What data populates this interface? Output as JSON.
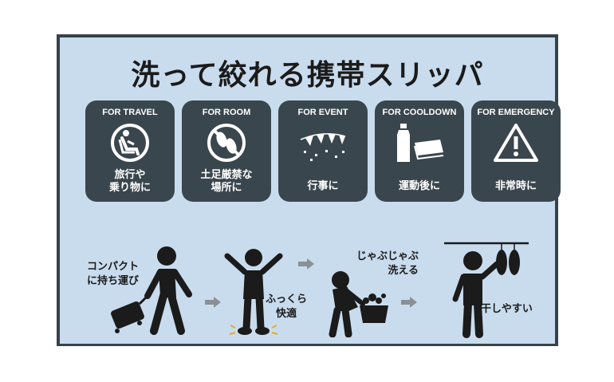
{
  "title": "洗って絞れる携帯スリッパ",
  "colors": {
    "panel": "#c9dcee",
    "card": "#3a464d",
    "frame": "#354249",
    "figure": "#1b1b1b",
    "arrow": "#8a9196"
  },
  "uses": [
    {
      "heading": "FOR TRAVEL",
      "icon": "airplane-seat-icon",
      "caption_1": "旅行や",
      "caption_2": "乗り物に"
    },
    {
      "heading": "FOR ROOM",
      "icon": "no-shoes-icon",
      "caption_1": "土足厳禁な",
      "caption_2": "場所に"
    },
    {
      "heading": "FOR EVENT",
      "icon": "party-bunting-icon",
      "caption_1": "行事に"
    },
    {
      "heading": "FOR COOLDOWN",
      "icon": "bottle-and-towel-icon",
      "caption_1": "運動後に"
    },
    {
      "heading": "FOR EMERGENCY",
      "icon": "warning-icon",
      "caption_1": "非常時に"
    }
  ],
  "steps": {
    "carry_1": "コンパクト",
    "carry_2": "に持ち運び",
    "comfort_1": "ふっくら",
    "comfort_2": "快適",
    "wash_1": "じゃぶじゃぶ",
    "wash_2": "洗える",
    "dry": "干しやすい"
  }
}
